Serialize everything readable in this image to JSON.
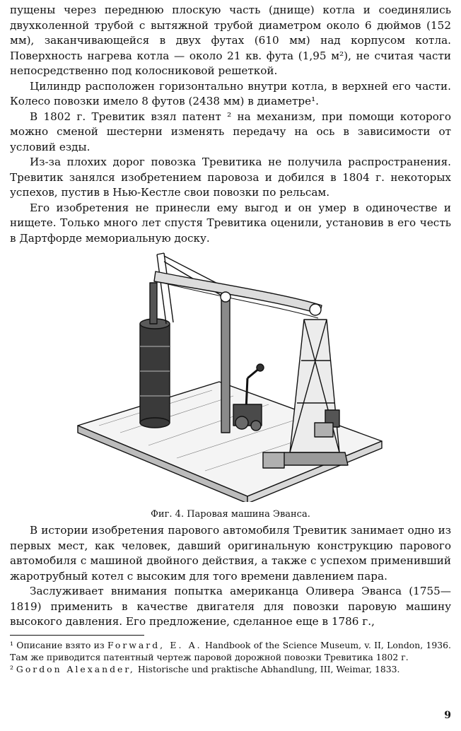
{
  "top_paragraphs": [
    "пущены через переднюю плоскую часть (днище) котла и соединялись двухколенной трубой с вытяжной трубой диаметром около 6 дюймов (152 мм), заканчивающейся в двух футах (610 мм) над корпусом котла. Поверхность нагрева котла — около 21 кв. фута (1,95 м²), не считая части непосредственно под колосниковой решеткой.",
    "Цилиндр расположен горизонтально внутри котла, в верхней его части. Колесо повозки имело 8 футов (2438 мм) в диаметре¹.",
    "В 1802 г. Тревитик взял патент ² на механизм, при помощи которого можно сменой шестерни изменять передачу на ось в зависимости от условий езды.",
    "Из-за плохих дорог повозка Тревитика не получила распространения. Тревитик занялся изобретением паровоза и добился в 1804 г. некоторых успехов, пустив в Нью-Кестле свои повозки по рельсам.",
    "Его изобретения не принесли ему выгод и он умер в одиночестве и нищете. Только много лет спустя Тревитика оценили, установив в его честь в Дартфорде мемориальную доску."
  ],
  "figure": {
    "caption": "Фиг. 4. Паровая машина Эванса."
  },
  "bottom_paragraphs": [
    "В истории изобретения парового автомобиля Тревитик занимает одно из первых мест, как человек, давший оригинальную конструкцию парового автомобиля с машиной двойного действия, а также с успехом применивший жаротрубный котел с высоким для того времени давлением пара.",
    "Заслуживает внимания попытка американца Оливера Эванса (1755—1819) применить в качестве двигателя для повозки паровую машину высокого давления. Его предложение, сделанное еще в 1786 г.,"
  ],
  "footnotes": {
    "fn1_mark": "¹",
    "fn1_intro": "Описание взято из",
    "fn1_author": "Forward, E. A.",
    "fn1_rest": "Handbook of the Science Museum, v. II, London, 1936. Там же приводится патентный чертеж паровой дорожной повозки Тревитика 1802 г.",
    "fn2_mark": "²",
    "fn2_author": "Gordon Alexander,",
    "fn2_rest": "Historische und praktische Abhandlung, III, Weimar, 1833."
  },
  "page_number": "9"
}
